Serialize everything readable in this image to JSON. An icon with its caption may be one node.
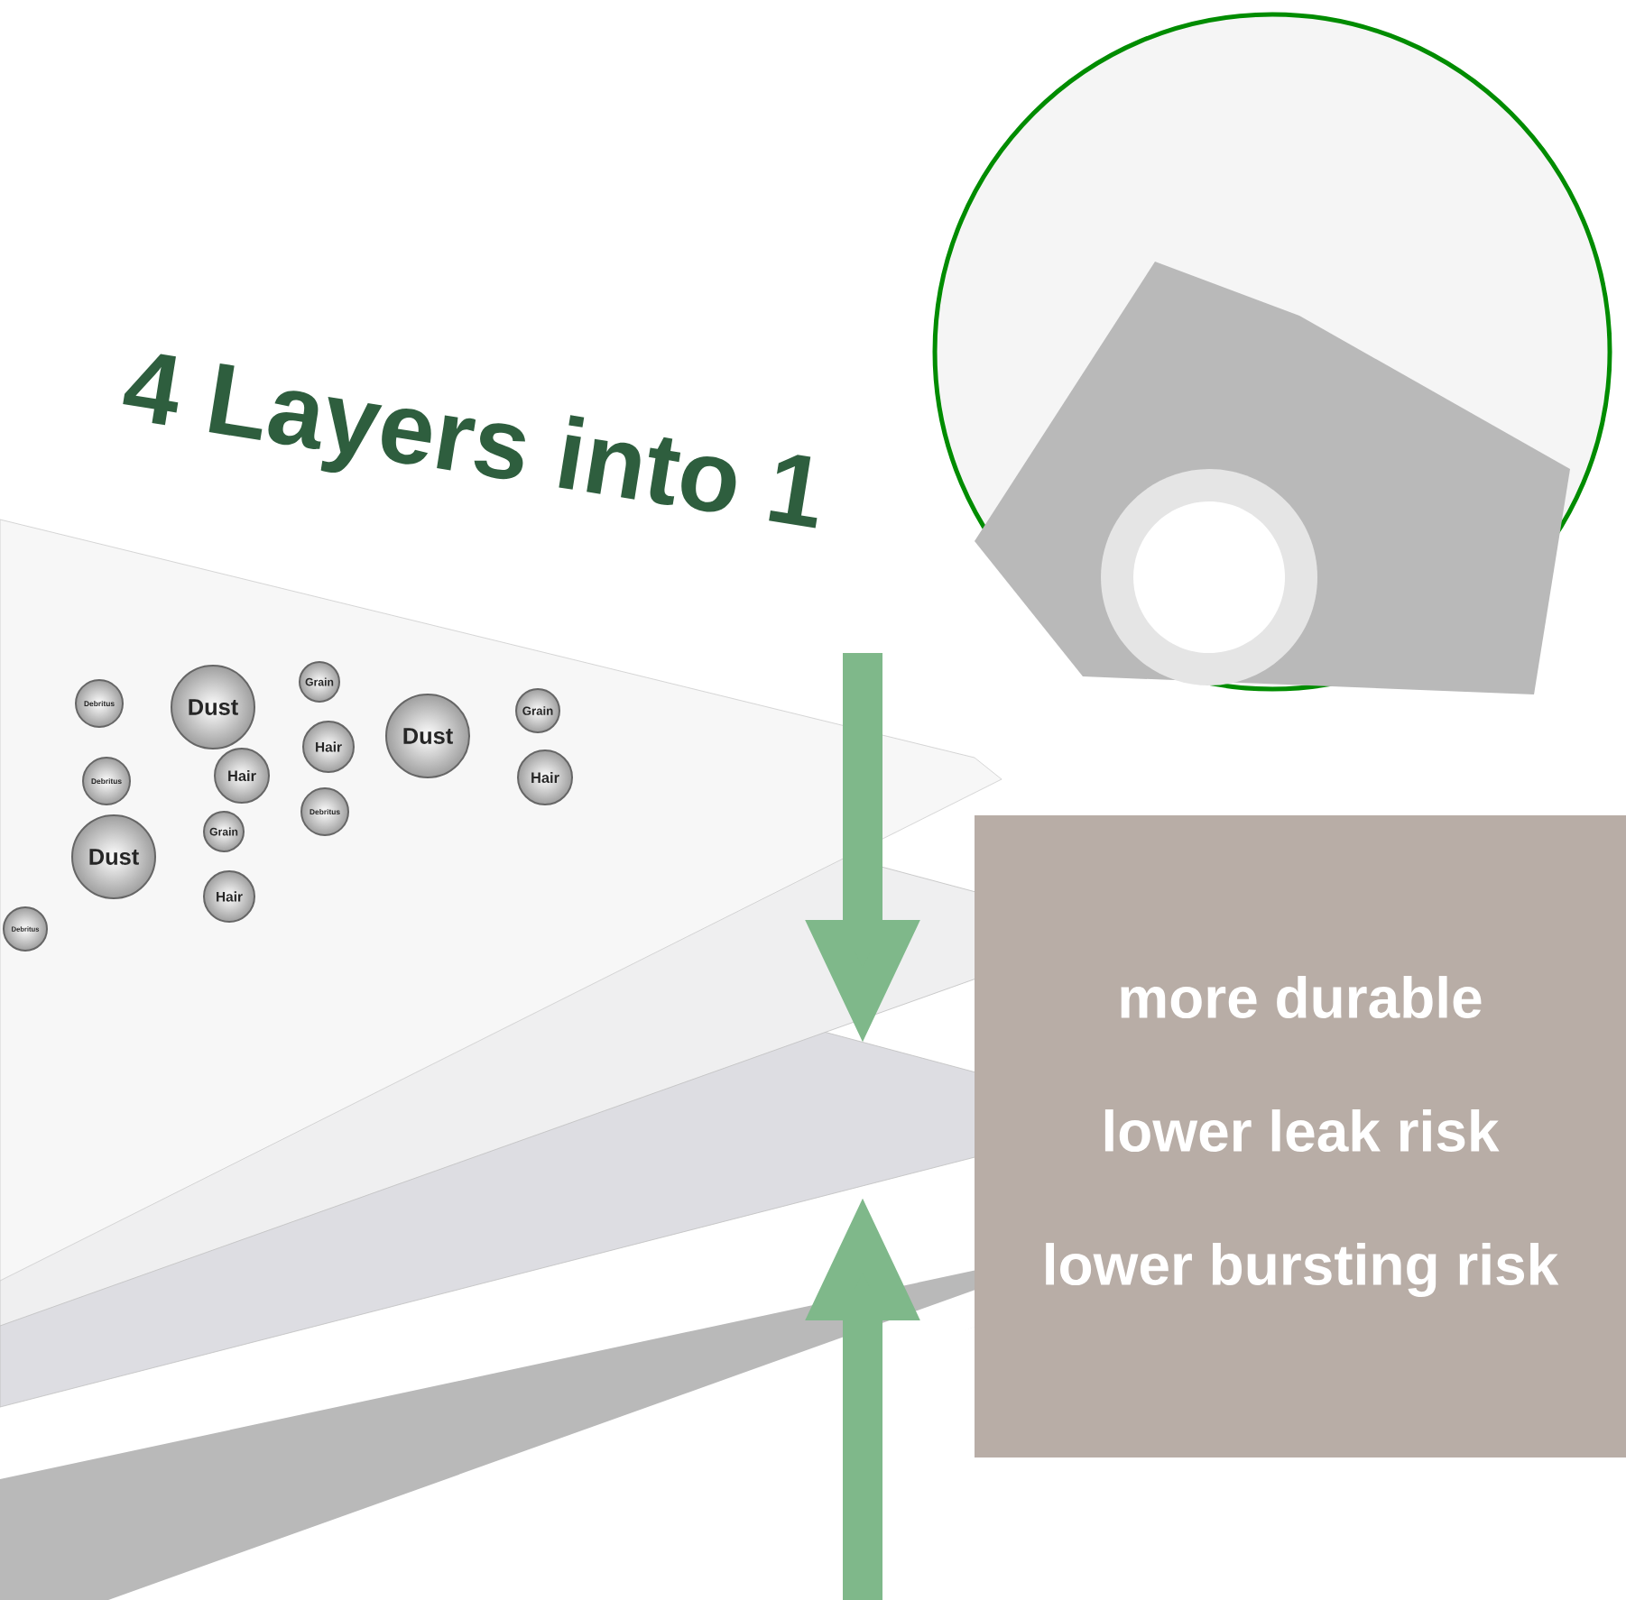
{
  "diagram": {
    "title": "4 Layers into 1",
    "nodes": [
      {
        "text": [
          "Debritus"
        ]
      },
      {
        "text": [
          "Dust"
        ]
      },
      {
        "text": [
          "Grain"
        ]
      },
      {
        "text": [
          "Grain"
        ]
      },
      {
        "text": [
          "Dust"
        ]
      },
      {
        "text": [
          "Hair"
        ]
      },
      {
        "text": [
          "Hair"
        ]
      },
      {
        "text": [
          "Debritus"
        ]
      },
      {
        "text": [
          "Hair"
        ]
      },
      {
        "text": [
          "Debritus"
        ]
      },
      {
        "text": [
          "Grain"
        ]
      },
      {
        "text": [
          "Dust"
        ]
      },
      {
        "text": [
          "Hair"
        ]
      },
      {
        "text": [
          "Debritus"
        ]
      },
      {
        "text": [
          "more durable",
          "lower leak risk",
          "lower bursting risk"
        ]
      }
    ]
  }
}
